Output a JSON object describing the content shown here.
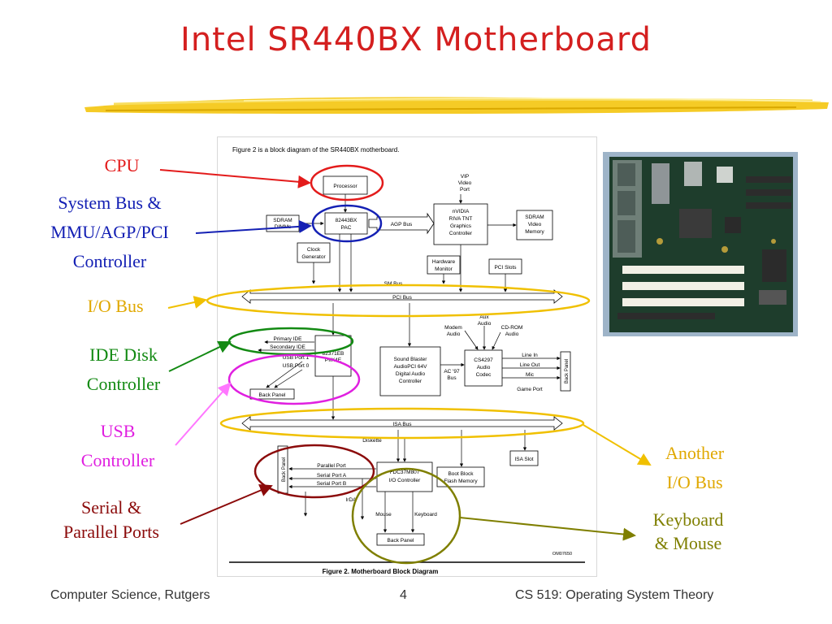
{
  "title": "Intel SR440BX Motherboard",
  "labels": {
    "cpu": [
      "CPU"
    ],
    "system_bus": [
      "System Bus &",
      "MMU/AGP/PCI",
      "Controller"
    ],
    "io_bus": [
      "I/O Bus"
    ],
    "ide": [
      "IDE Disk",
      "Controller"
    ],
    "usb": [
      "USB",
      "Controller"
    ],
    "serial": [
      "Serial &",
      "Parallel Ports"
    ],
    "another_io": [
      "Another",
      "I/O Bus"
    ],
    "keyboard": [
      "Keyboard",
      "& Mouse"
    ]
  },
  "colors": {
    "title": "#d41f1f",
    "cpu": "#e31b1b",
    "system_bus": "#1420b4",
    "io_bus": "#f0c000",
    "ide": "#138a13",
    "usb": "#e020e0",
    "serial": "#8b0a0a",
    "another": "#f0c000",
    "keyboard": "#7f7f00"
  },
  "diagram": {
    "caption_top": "Figure 2 is a block diagram of the SR440BX motherboard.",
    "processor": "Processor",
    "sdram_dimms": [
      "SDRAM",
      "DIMMs"
    ],
    "pac": [
      "82443BX",
      "PAC"
    ],
    "agp_bus": "AGP Bus",
    "vip": [
      "VIP",
      "Video",
      "Port"
    ],
    "nvidia": [
      "nVIDIA",
      "RIVA TNT",
      "Graphics",
      "Controller"
    ],
    "sdram_video": [
      "SDRAM",
      "Video",
      "Memory"
    ],
    "clock": [
      "Clock",
      "Generator"
    ],
    "hw_monitor": [
      "Hardware",
      "Monitor"
    ],
    "pci_slots": "PCI Slots",
    "sm_bus": "SM Bus",
    "pci_bus": "PCI Bus",
    "modem_audio": [
      "Modem",
      "Audio"
    ],
    "aux_audio": [
      "Aux",
      "Audio"
    ],
    "cdrom_audio": [
      "CD-ROM",
      "Audio"
    ],
    "primary_ide": "Primary IDE",
    "secondary_ide": "Secondary IDE",
    "usb_port1": "USB Port 1",
    "usb_port0": "USB Port 0",
    "piix": [
      "82371EB",
      "PIIX4E"
    ],
    "sound_blaster": [
      "Sound Blaster",
      "AudioPCI 64V",
      "Digital Audio",
      "Controller"
    ],
    "ac97": [
      "AC '97",
      "Bus"
    ],
    "cs4297": [
      "CS4297",
      "Audio",
      "Codec"
    ],
    "line_in": "Line In",
    "line_out": "Line Out",
    "mic": "Mic",
    "game_port": "Game Port",
    "back_panel": "Back Panel",
    "isa_bus": "ISA Bus",
    "diskette": "Diskette",
    "parallel_port": "Parallel Port",
    "serial_a": "Serial Port A",
    "serial_b": "Serial Port B",
    "irda": "IrDA",
    "io_controller": [
      "FDC37M807",
      "I/O Controller"
    ],
    "boot_block": [
      "Boot Block",
      "Flash Memory"
    ],
    "isa_slot": "ISA Slot",
    "mouse": "Mouse",
    "keyboard": "Keyboard",
    "om_code": "OM07650",
    "figure_caption": "Figure 2.  Motherboard Block Diagram"
  },
  "footer": {
    "left": "Computer Science, Rutgers",
    "page": "4",
    "right": "CS 519: Operating System Theory"
  }
}
